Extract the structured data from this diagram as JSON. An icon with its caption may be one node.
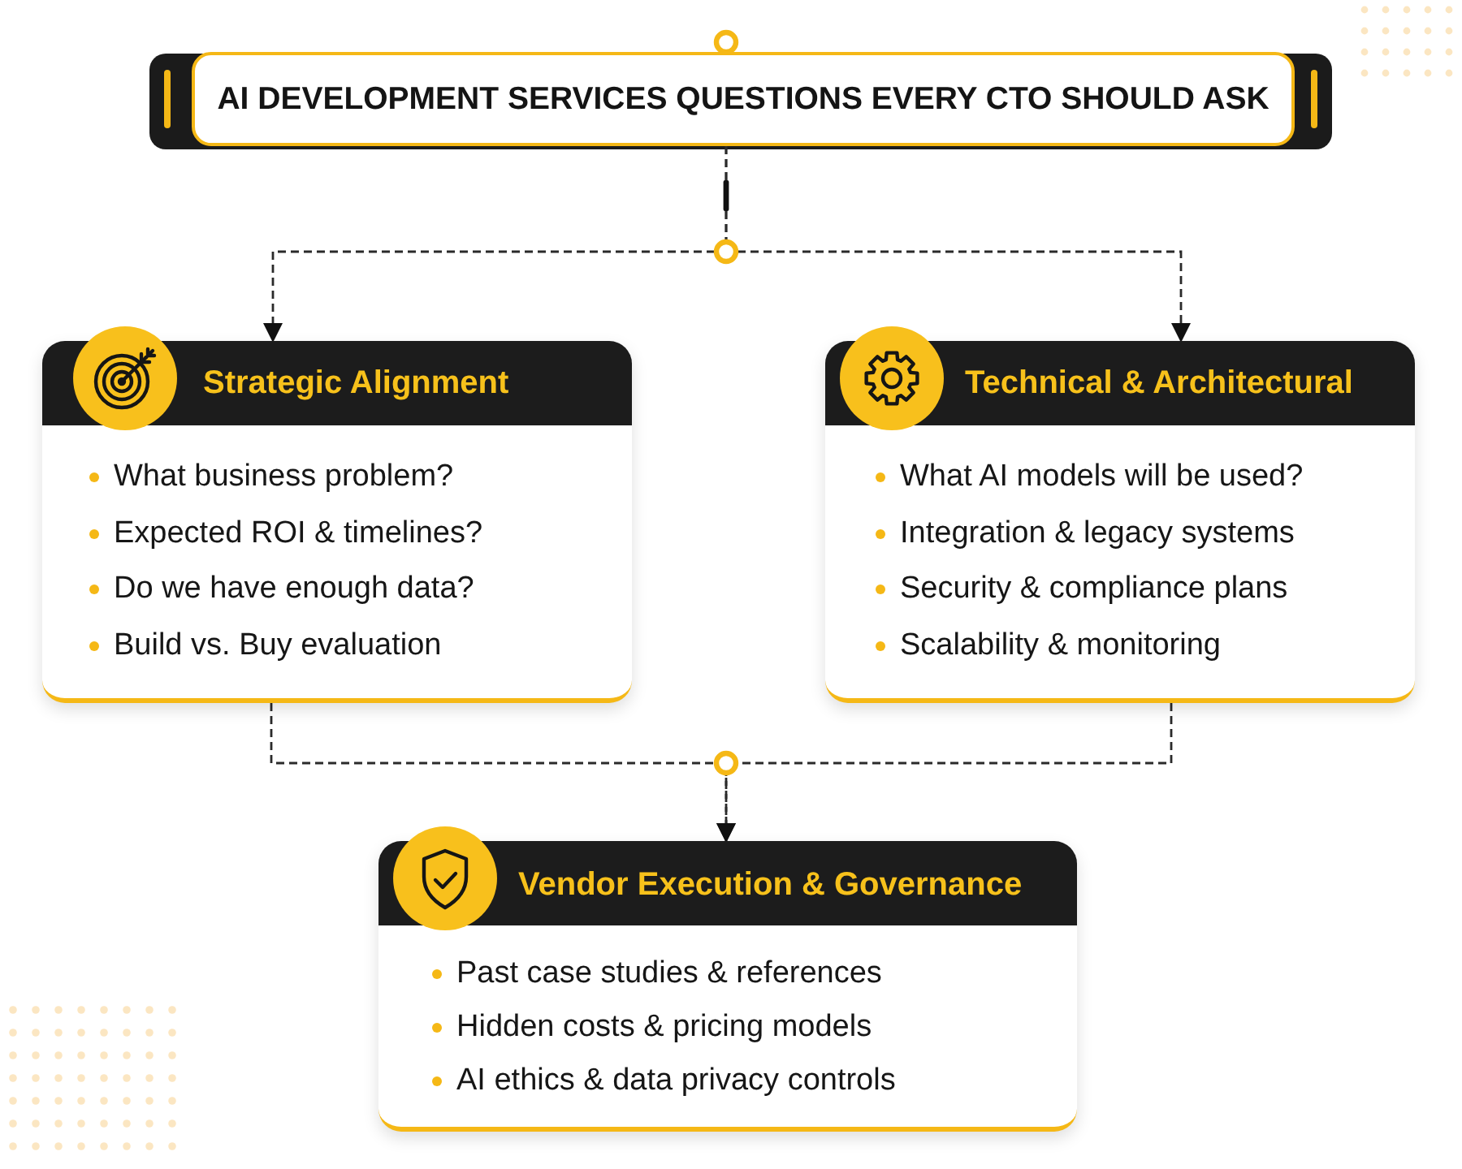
{
  "diagram": {
    "nodes": [
      {
        "text": [
          "AI DEVELOPMENT SERVICES QUESTIONS EVERY CTO SHOULD ASK"
        ]
      },
      {
        "text": [
          "Strategic Alignment",
          "What business problem?",
          "Expected ROI & timelines?",
          "Do we have enough data?",
          "Build vs. Buy evaluation"
        ]
      },
      {
        "text": [
          "Technical & Architectural",
          "What AI models will be used?",
          "Integration & legacy systems",
          "Security & compliance plans",
          "Scalability & monitoring"
        ]
      },
      {
        "text": [
          "Vendor Execution & Governance",
          "Past case studies & references",
          "Hidden costs & pricing models",
          "AI ethics & data privacy controls"
        ]
      }
    ],
    "edges": [
      {
        "from": 0,
        "to": 1,
        "arrow": "to",
        "style": "dashed"
      },
      {
        "from": 0,
        "to": 2,
        "arrow": "to",
        "style": "dashed"
      },
      {
        "from": 1,
        "to": 3,
        "arrow": "to",
        "style": "dashed"
      },
      {
        "from": 2,
        "to": 3,
        "arrow": "to",
        "style": "dashed"
      }
    ]
  }
}
